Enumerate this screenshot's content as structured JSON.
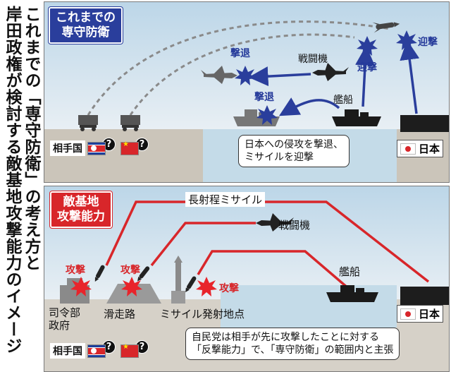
{
  "side_title": {
    "line1": "これまでの「専守防衛」の考え方と",
    "line2": "岸田政権が検討する敵基地攻撃能力のイメージ"
  },
  "top_panel": {
    "title": "これまでの\n専守防衛",
    "labels": {
      "repel_1": "撃退",
      "repel_2": "撃退",
      "fighter": "戦闘機",
      "ship": "艦船",
      "intercept_1": "迎撃",
      "intercept_2": "迎撃"
    },
    "note": "日本への侵攻を撃退、\nミサイルを迎撃",
    "opponent_label": "相手国",
    "japan_label": "日本",
    "qmark": "?"
  },
  "bottom_panel": {
    "title": "敵基地\n攻撃能力",
    "labels": {
      "long_range_missile": "長射程ミサイル",
      "fighter": "戦闘機",
      "ship": "艦船",
      "attack_1": "攻撃",
      "attack_2": "攻撃",
      "attack_3": "攻撃",
      "hq": "司令部\n政府",
      "runway": "滑走路",
      "launch_site": "ミサイル発射地点"
    },
    "note": "自民党は相手が先に攻撃したことに対する\n「反撃能力」で、「専守防衛」の範囲内と主張",
    "opponent_label": "相手国",
    "japan_label": "日本",
    "qmark": "?"
  },
  "colors": {
    "blue": "#2a3e9c",
    "red": "#d8262a",
    "sky_top": "#cfe2ef",
    "sky_bottom": "#e6e6e6",
    "ground": "#c9c2b6",
    "sea": "#bcd6e6"
  }
}
